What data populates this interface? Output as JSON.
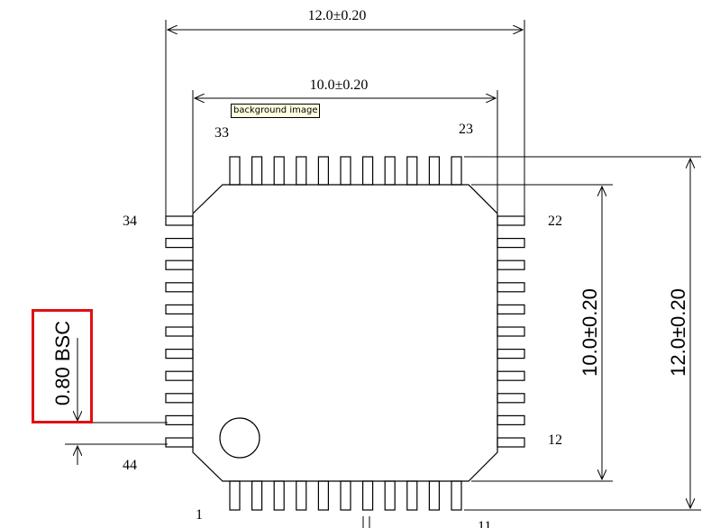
{
  "dimensions": {
    "outer_width": "12.0±0.20",
    "inner_width": "10.0±0.20",
    "inner_height": "10.0±0.20",
    "outer_height": "12.0±0.20",
    "pitch": "0.80 BSC"
  },
  "pins": {
    "p1": "1",
    "p11": "11",
    "p12": "12",
    "p22": "22",
    "p23": "23",
    "p33": "33",
    "p34": "34",
    "p44": "44"
  },
  "tooltip": "background image",
  "colors": {
    "line": "#000000",
    "highlight": "#e01010",
    "tooltip_bg": "#ffffe1"
  }
}
